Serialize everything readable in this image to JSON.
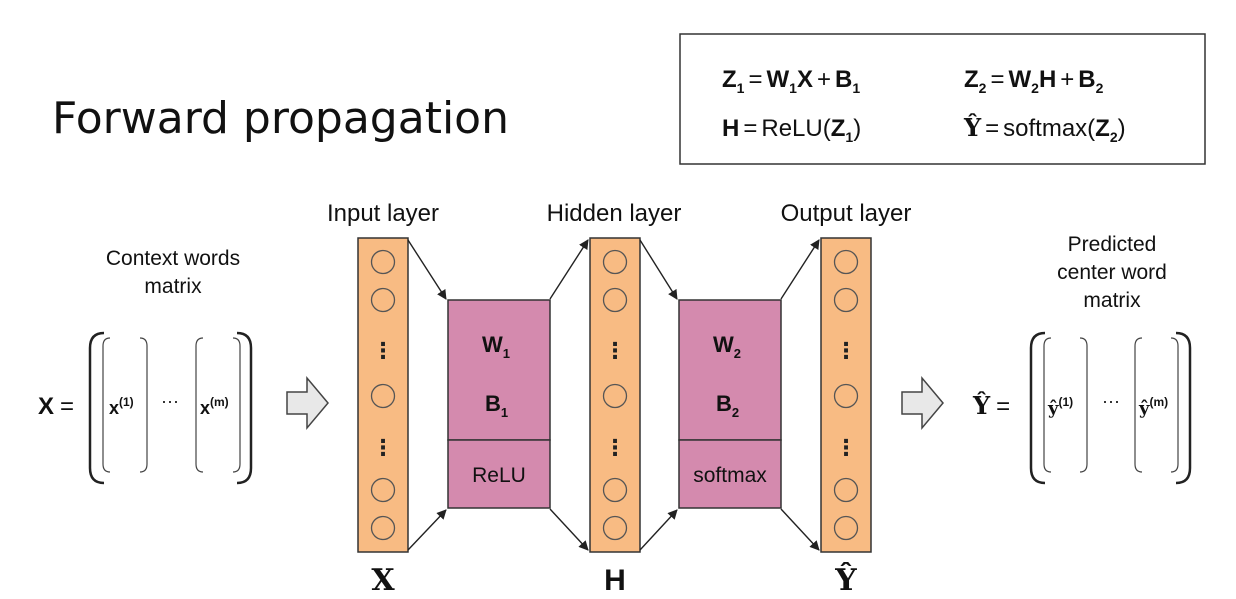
{
  "title": "Forward propagation",
  "equations": {
    "z1": {
      "lhs": "Z",
      "lhs_sub": "1",
      "rhs_w": "W",
      "rhs_w_sub": "1",
      "rhs_x": "X",
      "plus": "+",
      "rhs_b": "B",
      "rhs_b_sub": "1"
    },
    "z2": {
      "lhs": "Z",
      "lhs_sub": "2",
      "rhs_w": "W",
      "rhs_w_sub": "2",
      "rhs_x": "H",
      "plus": "+",
      "rhs_b": "B",
      "rhs_b_sub": "2"
    },
    "h": {
      "lhs": "H",
      "fn": "ReLU(",
      "arg": "Z",
      "arg_sub": "1",
      "close": ")"
    },
    "yhat": {
      "lhs": "Ŷ",
      "fn": "softmax(",
      "arg": "Z",
      "arg_sub": "2",
      "close": ")"
    },
    "equals": "="
  },
  "layers": {
    "input": "Input layer",
    "hidden": "Hidden layer",
    "output": "Output layer"
  },
  "layer_symbols": {
    "input": "X",
    "hidden": "H",
    "output": "Ŷ"
  },
  "weights1": {
    "w": "W",
    "w_sub": "1",
    "b": "B",
    "b_sub": "1",
    "activation": "ReLU"
  },
  "weights2": {
    "w": "W",
    "w_sub": "2",
    "b": "B",
    "b_sub": "2",
    "activation": "softmax"
  },
  "context": {
    "label_line1": "Context words",
    "label_line2": "matrix",
    "symbol": "X",
    "equals": "=",
    "col_first": "x",
    "col_first_sup": "(1)",
    "ellipsis": "···",
    "col_last": "x",
    "col_last_sup": "(m)"
  },
  "predicted": {
    "label_line1": "Predicted",
    "label_line2": "center word",
    "label_line3": "matrix",
    "symbol": "Ŷ",
    "equals": "=",
    "col_first": "ŷ",
    "col_first_sup": "(1)",
    "ellipsis": "···",
    "col_last": "ŷ",
    "col_last_sup": "(m)"
  },
  "colors": {
    "layer_fill": "#F8BB83",
    "weight_fill": "#D48AAE",
    "stroke": "#222222",
    "arrow_fill": "#E8E8E8"
  }
}
